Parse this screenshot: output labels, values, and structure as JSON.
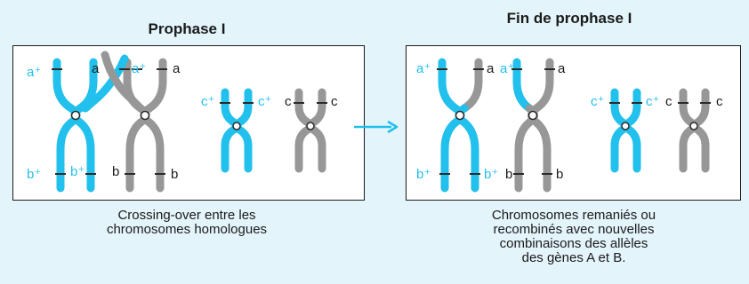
{
  "colors": {
    "blue": "#22c0ec",
    "gray": "#979797",
    "dark": "#2b2b2b"
  },
  "left": {
    "title": "Prophase I",
    "caption": "Crossing-over entre les\nchromosomes homologues",
    "labels": {
      "a_plus_1": "a⁺",
      "a_1": "a",
      "a_plus_2": "a⁺",
      "a_2": "a",
      "b_plus_1": "b⁺",
      "b_plus_2": "b⁺",
      "b_1": "b",
      "b_2": "b",
      "c_plus_1": "c⁺",
      "c_plus_2": "c⁺",
      "c_1": "c",
      "c_2": "c"
    }
  },
  "arrow": {
    "icon": "arrow-right-icon"
  },
  "right": {
    "title": "Fin de prophase I",
    "caption": "Chromosomes remaniés ou\nrecombinés avec nouvelles\ncombinaisons des allèles\ndes gènes A et B.",
    "labels": {
      "a_plus_1": "a⁺",
      "a_1": "a",
      "a_plus_2": "a⁺",
      "a_2": "a",
      "b_plus_1": "b⁺",
      "b_plus_2": "b⁺",
      "b_1": "b",
      "b_2": "b",
      "c_plus_1": "c⁺",
      "c_plus_2": "c⁺",
      "c_1": "c",
      "c_2": "c"
    }
  }
}
